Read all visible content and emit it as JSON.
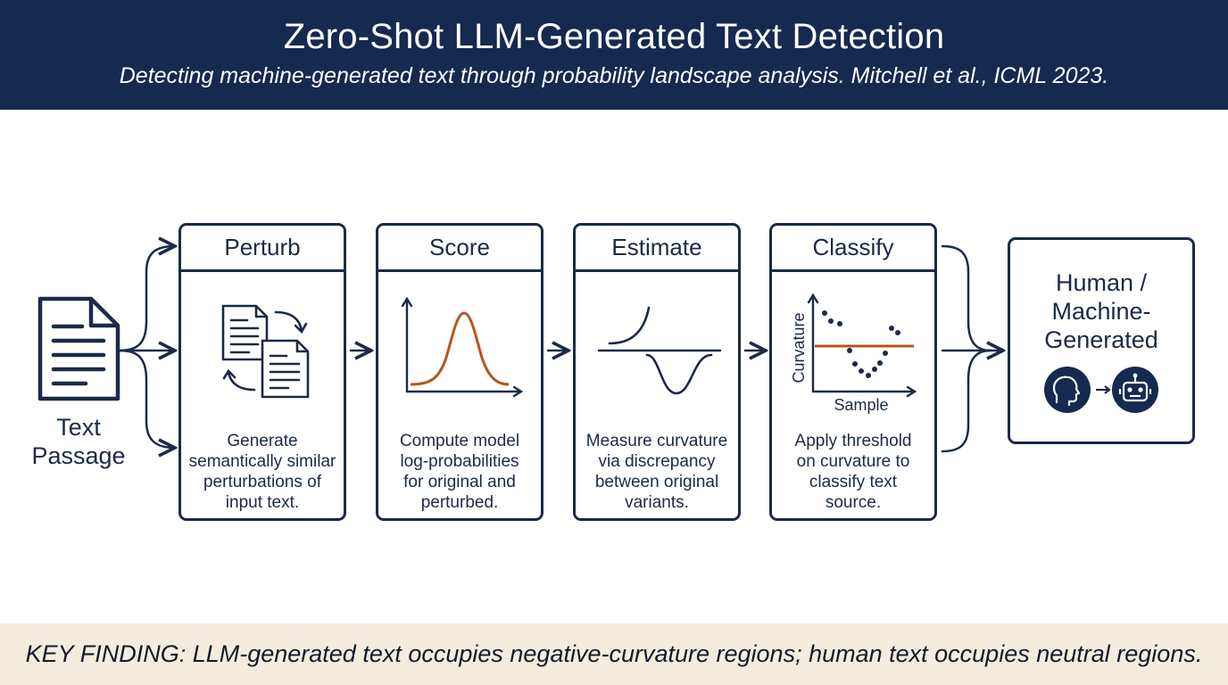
{
  "header": {
    "title": "Zero-Shot LLM-Generated Text Detection",
    "subtitle": "Detecting machine-generated text through probability landscape analysis. Mitchell et al., ICML 2023."
  },
  "input": {
    "line1": "Text",
    "line2": "Passage"
  },
  "steps": [
    {
      "title": "Perturb",
      "desc": [
        "Generate",
        "semantically similar",
        "perturbations of",
        "input text."
      ]
    },
    {
      "title": "Score",
      "desc": [
        "Compute model",
        "log-probabilities",
        "for original and",
        "perturbed."
      ]
    },
    {
      "title": "Estimate",
      "desc": [
        "Measure curvature",
        "via discrepancy",
        "between original",
        "variants."
      ]
    },
    {
      "title": "Classify",
      "desc": [
        "Apply threshold",
        "on curvature to",
        "classify text",
        "source."
      ]
    }
  ],
  "classify_plot": {
    "ylabel": "Curvature",
    "xlabel": "Sample"
  },
  "output": {
    "line1": "Human /",
    "line2": "Machine-",
    "line3": "Generated"
  },
  "footer": {
    "finding": "KEY FINDING: LLM-generated text occupies negative-curvature regions; human text occupies neutral regions."
  },
  "colors": {
    "navy": "#142a4e",
    "ink": "#1b2a47",
    "accent": "#b5561e",
    "footer_bg": "#f4eddf"
  }
}
